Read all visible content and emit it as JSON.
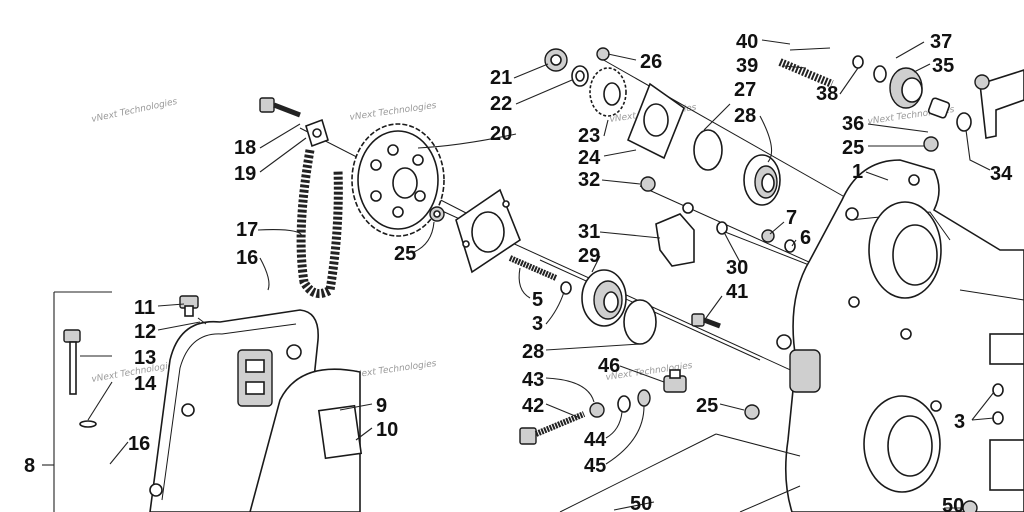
{
  "watermark": "vNext Technologies",
  "callouts": [
    {
      "id": "c40",
      "text": "40"
    },
    {
      "id": "c37",
      "text": "37"
    },
    {
      "id": "c39",
      "text": "39"
    },
    {
      "id": "c35",
      "text": "35"
    },
    {
      "id": "c38",
      "text": "38"
    },
    {
      "id": "c26",
      "text": "26"
    },
    {
      "id": "c21",
      "text": "21"
    },
    {
      "id": "c22",
      "text": "22"
    },
    {
      "id": "c27",
      "text": "27"
    },
    {
      "id": "c28a",
      "text": "28"
    },
    {
      "id": "c36",
      "text": "36"
    },
    {
      "id": "c25a",
      "text": "25"
    },
    {
      "id": "c34",
      "text": "34"
    },
    {
      "id": "c1",
      "text": "1"
    },
    {
      "id": "c23",
      "text": "23"
    },
    {
      "id": "c24",
      "text": "24"
    },
    {
      "id": "c20",
      "text": "20"
    },
    {
      "id": "c18",
      "text": "18"
    },
    {
      "id": "c19",
      "text": "19"
    },
    {
      "id": "c32",
      "text": "32"
    },
    {
      "id": "c17",
      "text": "17"
    },
    {
      "id": "c16a",
      "text": "16"
    },
    {
      "id": "c25b",
      "text": "25"
    },
    {
      "id": "c31",
      "text": "31"
    },
    {
      "id": "c29",
      "text": "29"
    },
    {
      "id": "c7",
      "text": "7"
    },
    {
      "id": "c6",
      "text": "6"
    },
    {
      "id": "c30",
      "text": "30"
    },
    {
      "id": "c41",
      "text": "41"
    },
    {
      "id": "c5",
      "text": "5"
    },
    {
      "id": "c3a",
      "text": "3"
    },
    {
      "id": "c11",
      "text": "11"
    },
    {
      "id": "c12",
      "text": "12"
    },
    {
      "id": "c28b",
      "text": "28"
    },
    {
      "id": "c13",
      "text": "13"
    },
    {
      "id": "c14",
      "text": "14"
    },
    {
      "id": "c46",
      "text": "46"
    },
    {
      "id": "c43",
      "text": "43"
    },
    {
      "id": "c42",
      "text": "42"
    },
    {
      "id": "c25c",
      "text": "25"
    },
    {
      "id": "c9",
      "text": "9"
    },
    {
      "id": "c10",
      "text": "10"
    },
    {
      "id": "c44",
      "text": "44"
    },
    {
      "id": "c3b",
      "text": "3"
    },
    {
      "id": "c16b",
      "text": "16"
    },
    {
      "id": "c8",
      "text": "8"
    },
    {
      "id": "c45",
      "text": "45"
    },
    {
      "id": "c50a",
      "text": "50"
    },
    {
      "id": "c50b",
      "text": "50"
    }
  ]
}
